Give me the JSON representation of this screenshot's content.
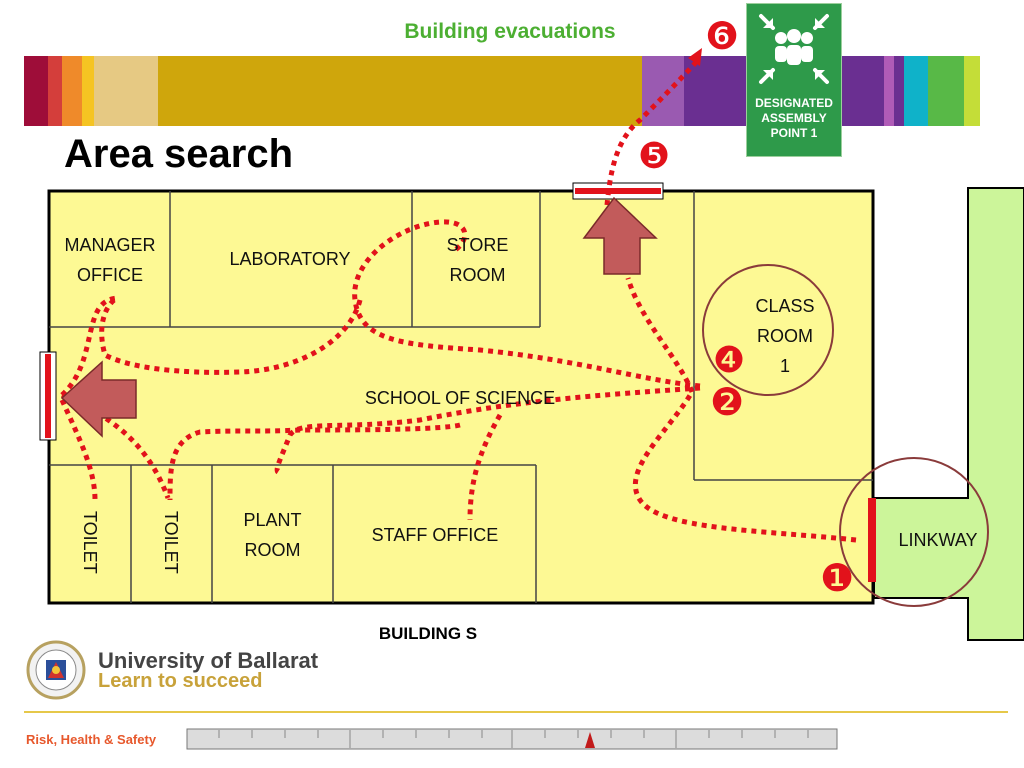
{
  "header": {
    "title": "Building evacuations"
  },
  "page_title": "Area search",
  "assembly_sign": {
    "text": "DESIGNATED\nASSEMBLY\nPOINT 1"
  },
  "rooms": {
    "manager_office": "MANAGER\nOFFICE",
    "laboratory": "LABORATORY",
    "store_room": "STORE\nROOM",
    "class_room": "CLASS\nROOM\n1",
    "school": "SCHOOL OF SCIENCE",
    "toilet_1": "TOILET",
    "toilet_2": "TOILET",
    "plant_room": "PLANT\nROOM",
    "staff_office": "STAFF OFFICE",
    "linkway": "LINKWAY"
  },
  "building_name": "BUILDING S",
  "markers": [
    "❶",
    "❷",
    "❹",
    "❺",
    "❻"
  ],
  "colors": {
    "floor": "#fdf994",
    "route": "#e2121b",
    "arrow": "#c25b5b",
    "circle": "#8a3b3b",
    "linkway_green": "#ccf59a",
    "assembly_green": "#2e9a4a"
  },
  "stripes": [
    "#9e0d39",
    "#d43e3b",
    "#ef8a2a",
    "#f5c422",
    "#e6c983",
    "#cfa60c",
    "#9a5ab1",
    "#6a2f91",
    "#b05bb7",
    "#6b2f91",
    "#0fb2c9",
    "#58b947",
    "#c4dd38"
  ],
  "footer": {
    "university": "University of Ballarat",
    "tagline": "Learn to succeed",
    "department": "Risk, Health & Safety"
  }
}
